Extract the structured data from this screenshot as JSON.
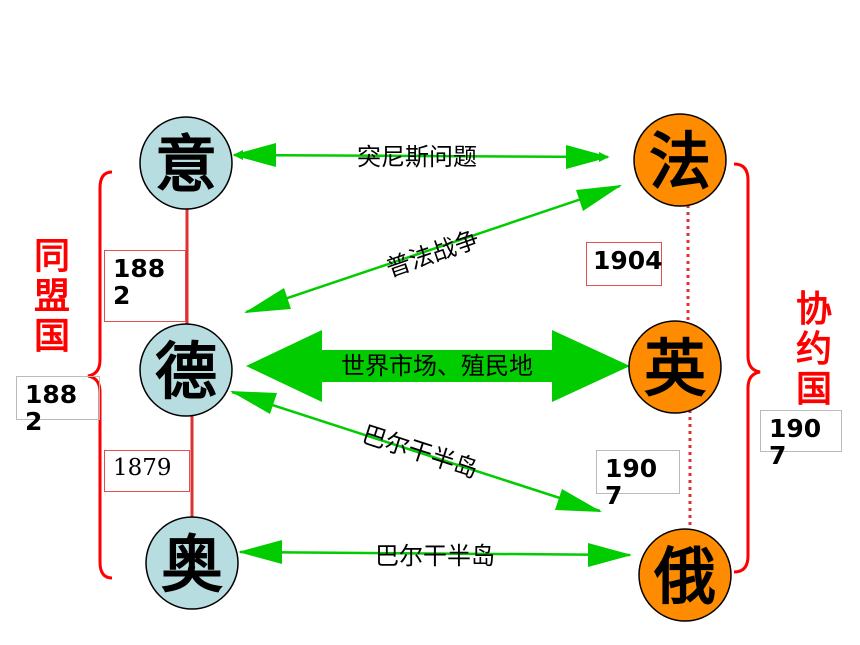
{
  "nodes": {
    "italy": "意",
    "germany": "德",
    "austria": "奥",
    "france": "法",
    "britain": "英",
    "russia": "俄"
  },
  "edges": {
    "italy_france": "突尼斯问题",
    "germany_france": "普法战争",
    "germany_britain": "世界市场、殖民地",
    "germany_russia": "巴尔干半岛",
    "austria_russia": "巴尔干半岛"
  },
  "groups": {
    "triple_alliance": "同盟国",
    "triple_entente": "协约国"
  },
  "years": {
    "italy_germany": "1882",
    "alliance": "1882",
    "germany_austria": "1879",
    "france_britain": "1904",
    "britain_russia": "1907",
    "entente": "1907"
  },
  "colors": {
    "alliance_node": "#b7dde0",
    "entente_node": "#ff8c00",
    "arrow": "#00cc00",
    "bracket": "#ff0000",
    "link": "#e03030"
  }
}
